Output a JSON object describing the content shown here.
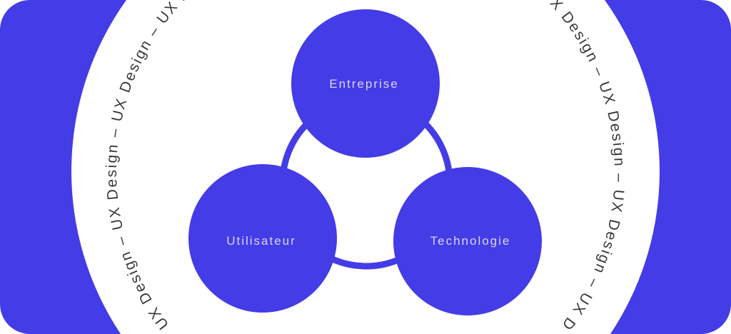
{
  "colors": {
    "brand": "#443ce6",
    "background": "#ffffff",
    "ring_text": "#3a3a3a"
  },
  "ring_text": {
    "phrase": "UX Design – ",
    "repeat": 14
  },
  "nodes": {
    "top": {
      "label": "Entreprise"
    },
    "left": {
      "label": "Utilisateur"
    },
    "right": {
      "label": "Technologie"
    }
  }
}
